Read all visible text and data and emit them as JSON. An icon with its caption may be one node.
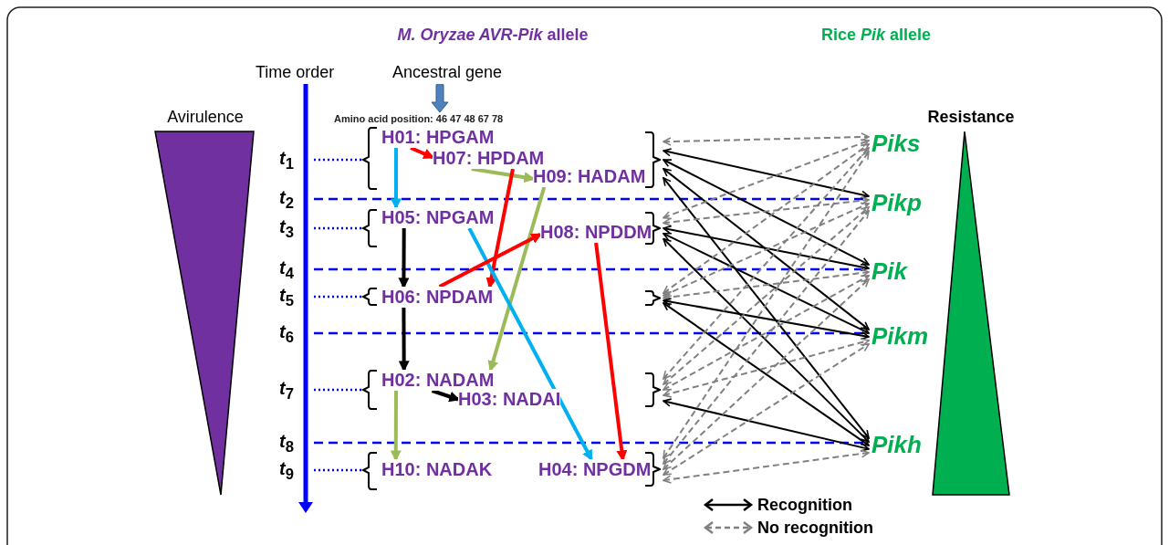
{
  "diagram": {
    "nodes": [
      {
        "text": [
          "Avirulence"
        ]
      },
      {
        "text": [
          "Ancestral gene"
        ]
      },
      {
        "text": [
          "H01: HPGAM"
        ]
      },
      {
        "text": [
          "H07: HPDAM"
        ]
      },
      {
        "text": [
          "H09: HADAM"
        ]
      },
      {
        "text": [
          "H05: NPGAM"
        ]
      },
      {
        "text": [
          "H08: NPDDM"
        ]
      },
      {
        "text": [
          "H06: NPDAM"
        ]
      },
      {
        "text": [
          "H02: NADAM"
        ]
      },
      {
        "text": [
          "H03: NADAI"
        ]
      },
      {
        "text": [
          "H10: NADAK"
        ]
      },
      {
        "text": [
          "H04: NPGDM"
        ]
      },
      {
        "text": [],
        "shape": "bracket"
      },
      {
        "text": [],
        "shape": "bracket"
      },
      {
        "text": [],
        "shape": "bracket"
      },
      {
        "text": [],
        "shape": "bracket"
      },
      {
        "text": [],
        "shape": "bracket"
      },
      {
        "text": [
          "Piks"
        ]
      },
      {
        "text": [
          "Pikp"
        ]
      },
      {
        "text": [
          "Pik"
        ]
      },
      {
        "text": [
          "Pikm"
        ]
      },
      {
        "text": [
          "Pikh"
        ]
      },
      {
        "text": [
          "Resistance"
        ]
      }
    ],
    "edges": [
      {
        "from": 1,
        "to": null,
        "arrow": "to",
        "style": "thick",
        "color": "#4f81bd"
      },
      {
        "from": 2,
        "to": 3,
        "arrow": "to",
        "style": "thick",
        "color": "#ff0000"
      },
      {
        "from": 2,
        "to": 5,
        "arrow": "to",
        "style": "thick",
        "color": "#00b0f0"
      },
      {
        "from": 3,
        "to": 4,
        "arrow": "to",
        "style": "thick",
        "color": "#9bbb59"
      },
      {
        "from": 3,
        "to": 7,
        "arrow": "to",
        "style": "thick",
        "color": "#ff0000"
      },
      {
        "from": 4,
        "to": 8,
        "arrow": "to",
        "style": "thick",
        "color": "#9bbb59"
      },
      {
        "from": 5,
        "to": 7,
        "arrow": "to",
        "style": "thick",
        "color": "#000000"
      },
      {
        "from": 5,
        "to": 11,
        "arrow": "to",
        "style": "thick",
        "color": "#00b0f0"
      },
      {
        "from": 7,
        "to": 6,
        "arrow": "to",
        "style": "thick",
        "color": "#ff0000"
      },
      {
        "from": 7,
        "to": 8,
        "arrow": "to",
        "style": "thick",
        "color": "#000000"
      },
      {
        "from": 6,
        "to": 11,
        "arrow": "to",
        "style": "thick",
        "color": "#ff0000"
      },
      {
        "from": 8,
        "to": 9,
        "arrow": "to",
        "style": "thick",
        "color": "#000000"
      },
      {
        "from": 8,
        "to": 10,
        "arrow": "to",
        "style": "thick",
        "color": "#9bbb59"
      },
      {
        "from": 12,
        "to": 17,
        "arrow": "both",
        "style": "dashed"
      },
      {
        "from": 12,
        "to": 18,
        "arrow": "both",
        "color": "#000000"
      },
      {
        "from": 12,
        "to": 19,
        "arrow": "both",
        "color": "#000000"
      },
      {
        "from": 12,
        "to": 20,
        "arrow": "both",
        "color": "#000000"
      },
      {
        "from": 12,
        "to": 21,
        "arrow": "both",
        "color": "#000000"
      },
      {
        "from": 13,
        "to": 17,
        "arrow": "both",
        "style": "dashed"
      },
      {
        "from": 13,
        "to": 18,
        "arrow": "both",
        "style": "dashed"
      },
      {
        "from": 13,
        "to": 19,
        "arrow": "both",
        "color": "#000000"
      },
      {
        "from": 13,
        "to": 20,
        "arrow": "both",
        "color": "#000000"
      },
      {
        "from": 13,
        "to": 21,
        "arrow": "both",
        "color": "#000000"
      },
      {
        "from": 14,
        "to": 17,
        "arrow": "both",
        "style": "dashed"
      },
      {
        "from": 14,
        "to": 18,
        "arrow": "both",
        "style": "dashed"
      },
      {
        "from": 14,
        "to": 19,
        "arrow": "both",
        "style": "dashed"
      },
      {
        "from": 14,
        "to": 20,
        "arrow": "both",
        "color": "#000000"
      },
      {
        "from": 14,
        "to": 21,
        "arrow": "both",
        "color": "#000000"
      },
      {
        "from": 15,
        "to": 17,
        "arrow": "both",
        "style": "dashed"
      },
      {
        "from": 15,
        "to": 18,
        "arrow": "both",
        "style": "dashed"
      },
      {
        "from": 15,
        "to": 19,
        "arrow": "both",
        "style": "dashed"
      },
      {
        "from": 15,
        "to": 20,
        "arrow": "both",
        "style": "dashed"
      },
      {
        "from": 15,
        "to": 21,
        "arrow": "both",
        "color": "#000000"
      },
      {
        "from": 16,
        "to": 17,
        "arrow": "both",
        "style": "dashed"
      },
      {
        "from": 16,
        "to": 18,
        "arrow": "both",
        "style": "dashed"
      },
      {
        "from": 16,
        "to": 19,
        "arrow": "both",
        "style": "dashed"
      },
      {
        "from": 16,
        "to": 20,
        "arrow": "both",
        "style": "dashed"
      },
      {
        "from": 16,
        "to": 21,
        "arrow": "both",
        "style": "dashed"
      }
    ],
    "labels": [
      "*M. Oryzae  AVR-Pik* allele",
      "Rice *Pik* allele",
      "Time order",
      "Amino acid position: 46  47 48 67 78",
      "*t*$_{1}$",
      "*t*$_{2}$",
      "*t*$_{3}$",
      "*t*$_{4}$",
      "*t*$_{5}$",
      "*t*$_{6}$",
      "*t*$_{7}$",
      "*t*$_{8}$",
      "*t*$_{9}$"
    ],
    "legend": [
      {
        "text": "Recognition"
      },
      {
        "text": "No recognition"
      }
    ]
  }
}
